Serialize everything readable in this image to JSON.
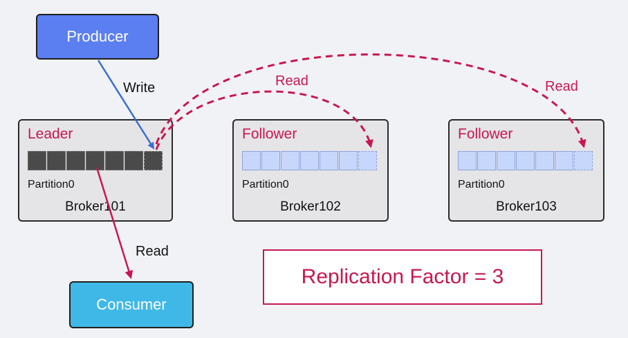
{
  "producer": {
    "label": "Producer"
  },
  "consumer": {
    "label": "Consumer"
  },
  "edges": {
    "write": "Write",
    "read_consumer": "Read",
    "read_broker102": "Read",
    "read_broker103": "Read"
  },
  "brokers": [
    {
      "role": "Leader",
      "partition": "Partition0",
      "name": "Broker101"
    },
    {
      "role": "Follower",
      "partition": "Partition0",
      "name": "Broker102"
    },
    {
      "role": "Follower",
      "partition": "Partition0",
      "name": "Broker103"
    }
  ],
  "replication": {
    "label": "Replication Factor = 3"
  },
  "colors": {
    "producer": "#5b7ef0",
    "consumer": "#3fb8e8",
    "accent": "#c8174f",
    "write_arrow": "#3a6fcf",
    "leader_cells": "#4a4a4a",
    "follower_cells": "#c7d7fb"
  }
}
